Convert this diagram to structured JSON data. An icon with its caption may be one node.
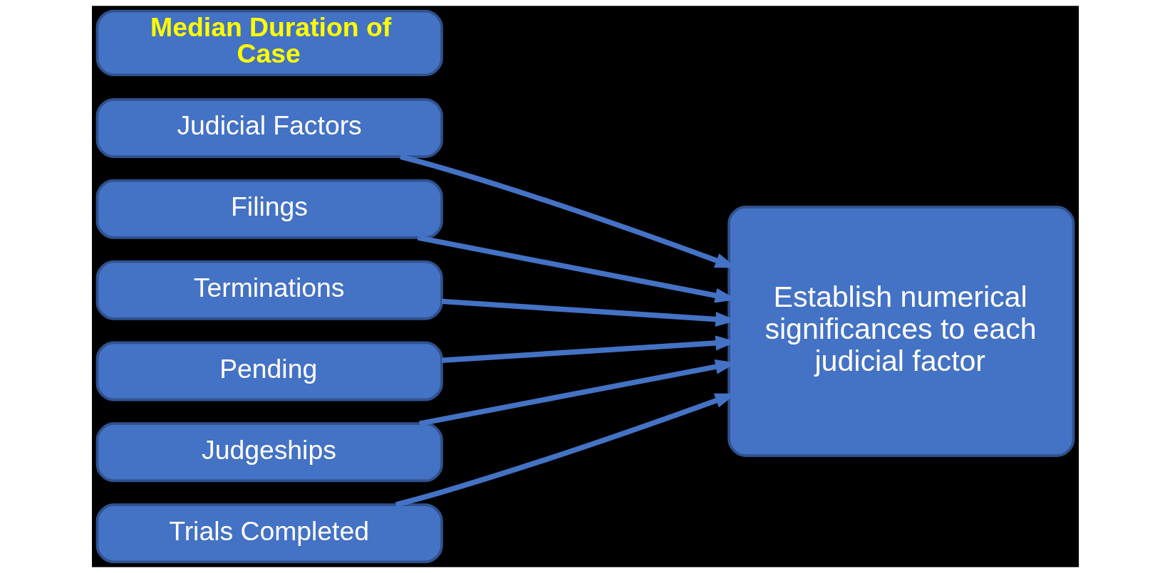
{
  "diagram": {
    "nodes": [
      {
        "text": [
          "Judicial Factors"
        ]
      },
      {
        "text": [
          "Filings"
        ]
      },
      {
        "text": [
          "Terminations"
        ]
      },
      {
        "text": [
          "Pending"
        ]
      },
      {
        "text": [
          "Judgeships"
        ]
      },
      {
        "text": [
          "Trials Completed"
        ]
      },
      {
        "text": [
          "Median Duration of Case"
        ]
      },
      {
        "text": [
          "Establish numerical significances to each judicial factor"
        ]
      }
    ],
    "edges": [
      {
        "from": 0,
        "to": 7,
        "arrow": "to"
      },
      {
        "from": 1,
        "to": 7,
        "arrow": "to"
      },
      {
        "from": 2,
        "to": 7,
        "arrow": "to"
      },
      {
        "from": 3,
        "to": 7,
        "arrow": "to"
      },
      {
        "from": 4,
        "to": 7,
        "arrow": "to"
      },
      {
        "from": 5,
        "to": 7,
        "arrow": "to"
      }
    ]
  }
}
